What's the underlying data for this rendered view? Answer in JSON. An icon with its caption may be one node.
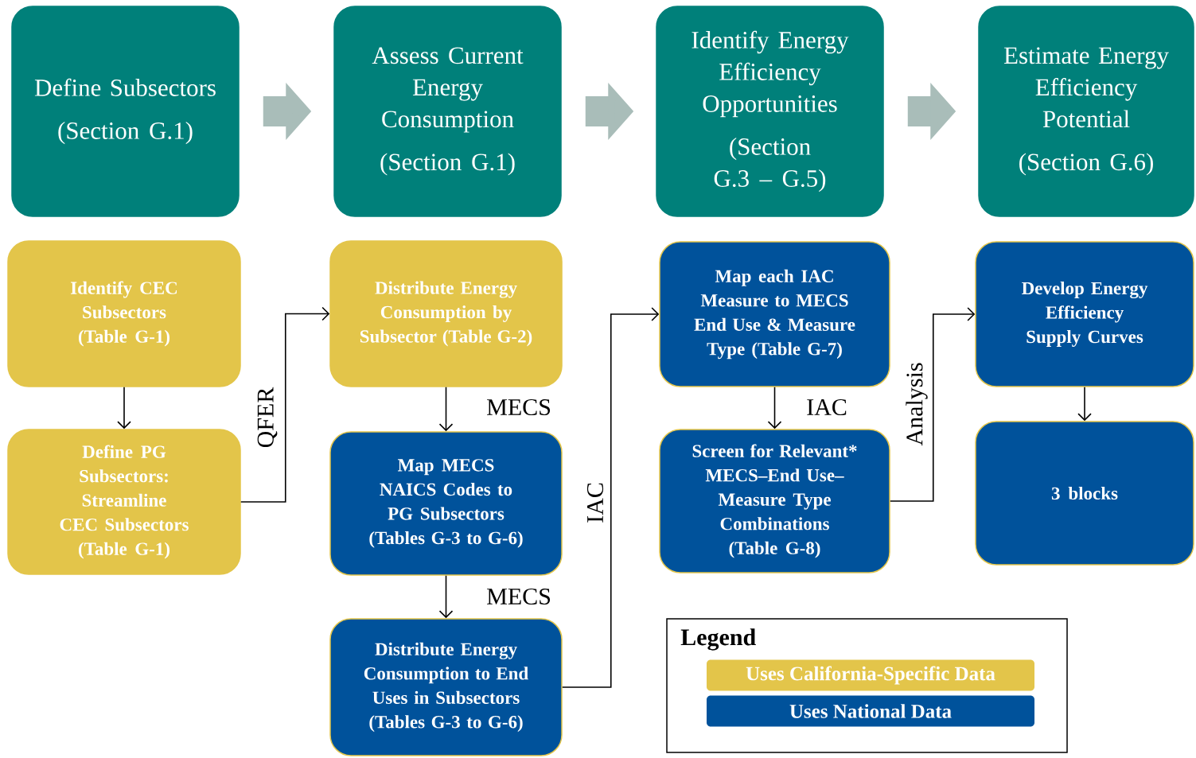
{
  "diagram": {
    "nodes": [
      {
        "text": [
          "Define Subsectors",
          "(Section G.1)"
        ]
      },
      {
        "text": [
          "Assess Current Energy Consumption",
          "(Section G.1)"
        ]
      },
      {
        "text": [
          "Identify Energy Efficiency Opportunities",
          "(Section G.3 – G.5)"
        ]
      },
      {
        "text": [
          "Estimate Energy Efficiency Potential",
          "(Section G.6)"
        ]
      },
      {
        "text": [
          "Identify CEC Subsectors (Table G-1)"
        ]
      },
      {
        "text": [
          "Define PG Subsectors: Streamline CEC Subsectors (Table G-1)"
        ]
      },
      {
        "text": [
          "Distribute Energy Consumption by Subsector (Table G-2)"
        ]
      },
      {
        "text": [
          "Map MECS NAICS Codes to PG Subsectors (Tables G-3 to G-6)"
        ]
      },
      {
        "text": [
          "Distribute Energy Consumption to End Uses in Subsectors (Tables G-3 to G-6)"
        ]
      },
      {
        "text": [
          "Map each IAC Measure to MECS End Use & Measure Type (Table G-7)"
        ]
      },
      {
        "text": [
          "Screen for Relevant* MECS–End Use–Measure Type Combinations (Table G-8)"
        ]
      },
      {
        "text": [
          "Develop Energy Efficiency Supply Curves"
        ]
      },
      {
        "text": [
          "3 blocks"
        ]
      }
    ],
    "edges": [
      {
        "from": 0,
        "to": 1,
        "arrow": "to",
        "style": "thick",
        "color": "#a9bdb9"
      },
      {
        "from": 1,
        "to": 2,
        "arrow": "to",
        "style": "thick",
        "color": "#a9bdb9"
      },
      {
        "from": 2,
        "to": 3,
        "arrow": "to",
        "style": "thick",
        "color": "#a9bdb9"
      },
      {
        "from": 4,
        "to": 5,
        "arrow": "to"
      },
      {
        "from": 5,
        "to": 6,
        "arrow": "to",
        "label": "QFER"
      },
      {
        "from": 6,
        "to": 7,
        "arrow": "to",
        "label": "MECS"
      },
      {
        "from": 7,
        "to": 8,
        "arrow": "to",
        "label": "MECS"
      },
      {
        "from": 8,
        "to": 9,
        "arrow": "to",
        "label": "IAC"
      },
      {
        "from": 9,
        "to": 10,
        "arrow": "to",
        "label": "IAC"
      },
      {
        "from": 10,
        "to": 11,
        "arrow": "to",
        "label": "Analysis"
      },
      {
        "from": 11,
        "to": 12,
        "arrow": "to"
      }
    ],
    "labels": [
      "Legend"
    ],
    "legend": [
      {
        "text": "Uses California-Specific Data",
        "color": "#e3c54a"
      },
      {
        "text": "Uses National Data",
        "color": "#00529b"
      }
    ]
  }
}
